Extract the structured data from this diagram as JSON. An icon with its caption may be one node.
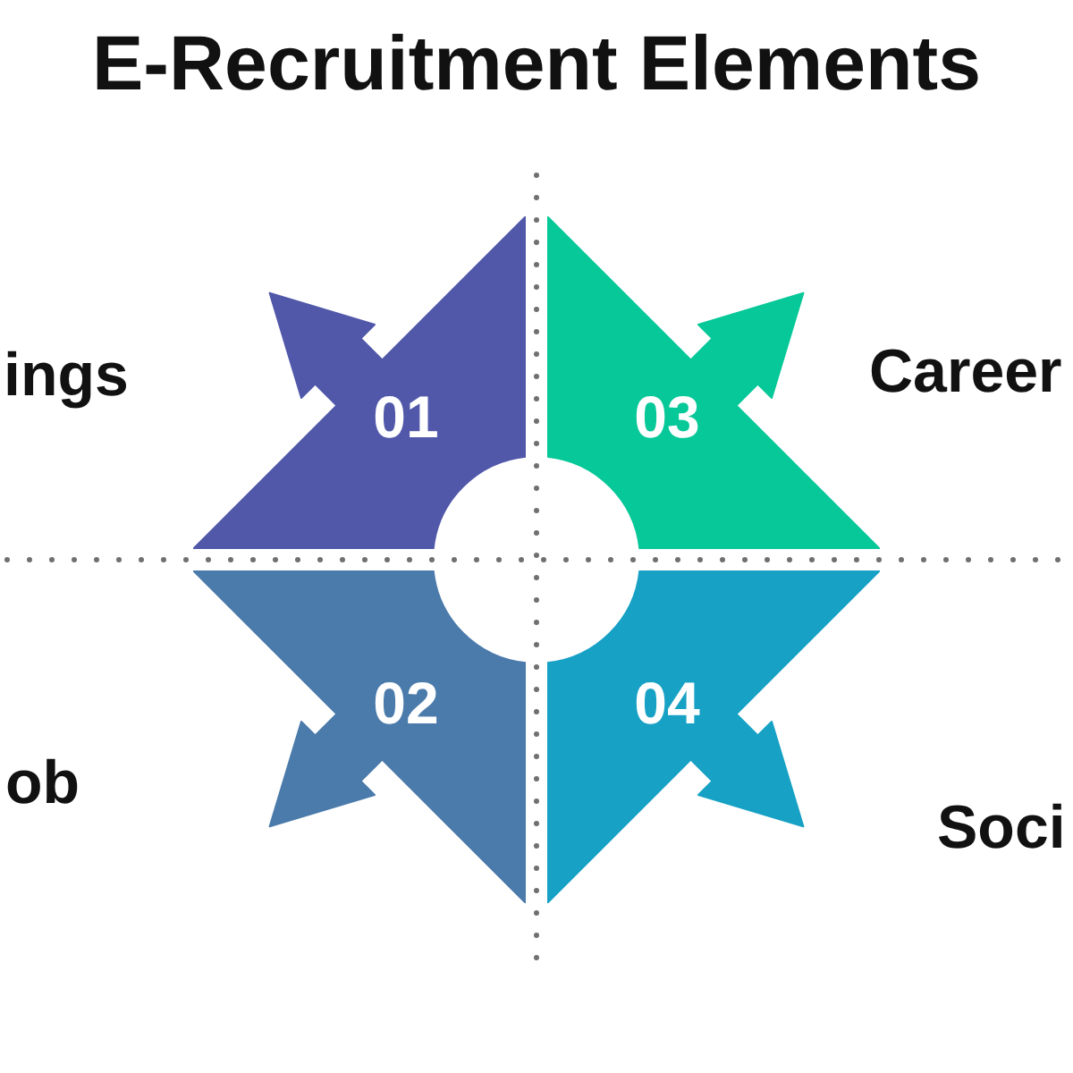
{
  "diagram": {
    "title": "E-Recruitment Elements",
    "nodes": [
      {
        "text": [
          "01"
        ],
        "beside": [
          "ings"
        ]
      },
      {
        "text": [
          "02"
        ],
        "beside": [
          "ob"
        ]
      },
      {
        "text": [
          "03"
        ],
        "beside": [
          "Career"
        ]
      },
      {
        "text": [
          "04"
        ],
        "beside": [
          "Soci"
        ]
      }
    ]
  }
}
